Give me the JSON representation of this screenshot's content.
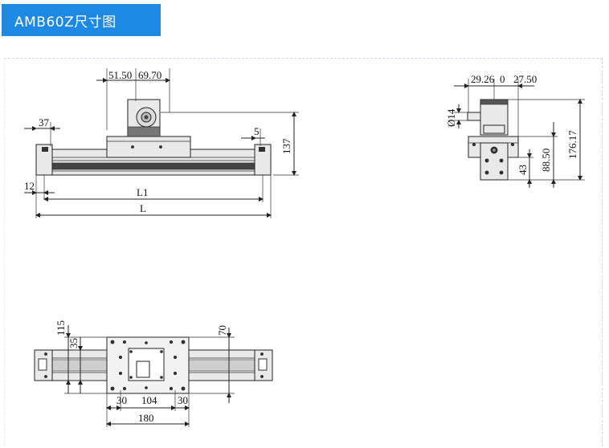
{
  "header": {
    "title": "AMB60Z尺寸图"
  },
  "front_view": {
    "dim_motor_left": "51.50",
    "dim_motor_right": "69.70",
    "dim_left_end": "37",
    "dim_right_end": "5",
    "dim_height": "137",
    "dim_end_offset": "12",
    "dim_l1": "L1",
    "dim_l": "L"
  },
  "side_view": {
    "dim_top_left": "29.26",
    "dim_top_right": "0",
    "dim_top_far": "27.50",
    "dim_shaft": "Ø14",
    "dim_43": "43",
    "dim_88": "88.50",
    "dim_176": "176.17"
  },
  "top_view": {
    "dim_115": "115",
    "dim_35": "35",
    "dim_70": "70",
    "dim_30_left": "30",
    "dim_104": "104",
    "dim_30_right": "30",
    "dim_180": "180"
  }
}
